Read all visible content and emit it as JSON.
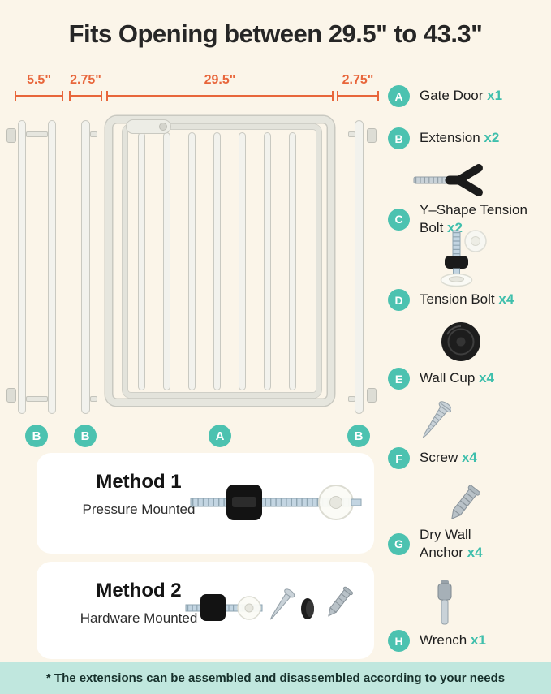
{
  "title": "Fits Opening between 29.5\" to 43.3\"",
  "measurements": [
    "5.5\"",
    "2.75\"",
    "29.5\"",
    "2.75\""
  ],
  "badges": [
    "B",
    "B",
    "A",
    "B"
  ],
  "parts": [
    {
      "letter": "A",
      "label": "Gate Door",
      "count": "x1"
    },
    {
      "letter": "B",
      "label": "Extension",
      "count": "x2"
    },
    {
      "letter": "C",
      "label": "Y–Shape Tension Bolt",
      "count": "x2"
    },
    {
      "letter": "D",
      "label": "Tension Bolt",
      "count": "x4"
    },
    {
      "letter": "E",
      "label": "Wall Cup",
      "count": "x4"
    },
    {
      "letter": "F",
      "label": "Screw",
      "count": "x4"
    },
    {
      "letter": "G",
      "label": "Dry Wall Anchor",
      "count": "x4"
    },
    {
      "letter": "H",
      "label": "Wrench",
      "count": "x1"
    }
  ],
  "methods": [
    {
      "title": "Method 1",
      "subtitle": "Pressure Mounted"
    },
    {
      "title": "Method 2",
      "subtitle": "Hardware Mounted"
    }
  ],
  "footer_note": "* The extensions can be assembled and disassembled according to your needs",
  "icons": {
    "part_c": "y-shape-tension-bolt-image",
    "part_d": "tension-bolt-image",
    "part_e": "wall-cup-image",
    "part_f": "screw-image",
    "part_g": "drywall-anchor-image",
    "part_h": "wrench-image",
    "method_1": "pressure-bolt-image",
    "method_2": "hardware-set-image"
  },
  "colors": {
    "background": "#FBF5E9",
    "accent_orange": "#E8663B",
    "accent_teal": "#4CC2B0",
    "footer_bg": "#C0E7DE",
    "text_dark": "#262626"
  }
}
